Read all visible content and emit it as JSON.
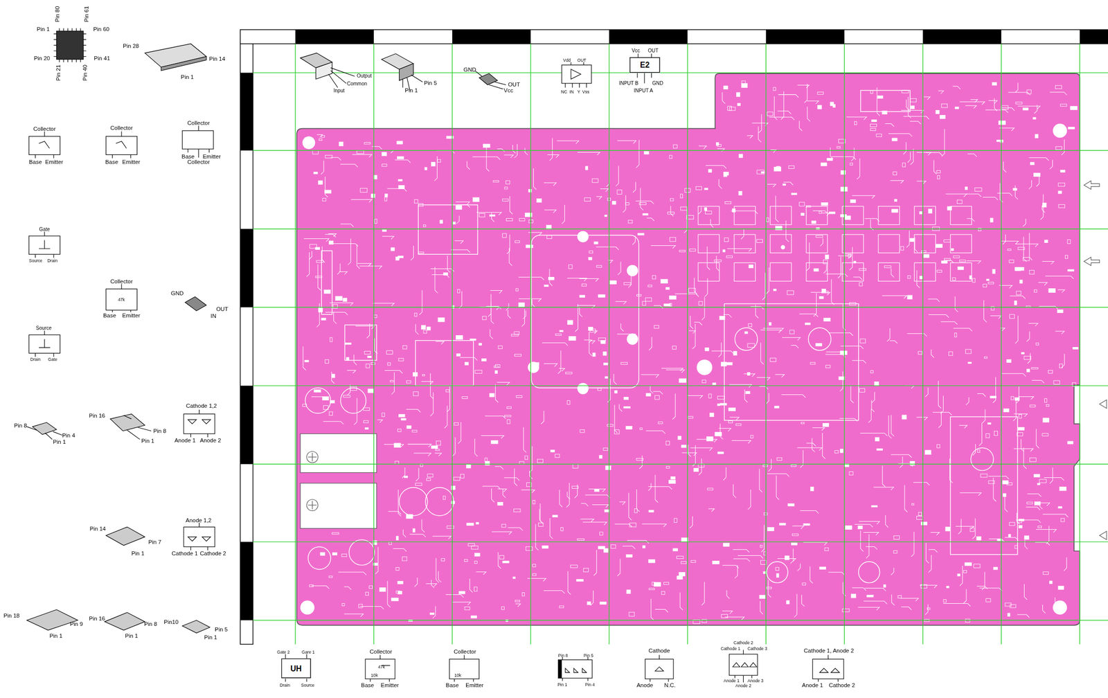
{
  "diagram": {
    "nodes": [
      {
        "text": [
          "E2"
        ]
      },
      {
        "text": [
          "UH"
        ]
      }
    ],
    "labels": [
      "Pin 80",
      "Pin 61",
      "Pin 1",
      "Pin 60",
      "Pin 20",
      "Pin 41",
      "Pin 21",
      "Pin 40",
      "Pin 28",
      "Pin 14",
      "Pin 1",
      "Collector",
      "Base",
      "Emitter",
      "Collector",
      "Base",
      "Emitter",
      "Collector",
      "Base",
      "Emitter",
      "Collector",
      "Gate",
      "Source",
      "Drain",
      "Collector",
      "47k",
      "Base",
      "Emitter",
      "GND",
      "OUT",
      "IN",
      "Source",
      "Drain",
      "Gate",
      "Pin 8",
      "Pin 4",
      "Pin 1",
      "Pin 16",
      "Pin 8",
      "Pin 1",
      "Cathode 1,2",
      "Anode 1",
      "Anode 2",
      "Pin 14",
      "Pin 7",
      "Pin 1",
      "Anode 1,2",
      "Cathode 1",
      "Cathode 2",
      "Pin 18",
      "Pin 9",
      "Pin 1",
      "Pin 16",
      "Pin 8",
      "Pin 1",
      "Pin10",
      "Pin 5",
      "Pin 1",
      "Output",
      "Common",
      "Input",
      "Pin 1",
      "Pin 5",
      "GND",
      "OUT",
      "Vcc",
      "Vdd",
      "OUT",
      "NC",
      "IN",
      "Y",
      "Vss",
      "Vcc",
      "OUT",
      "INPUT B",
      "GND",
      "INPUT A",
      "Gate 2",
      "Gare 1",
      "Drain",
      "Source",
      "Collector",
      "47k",
      "10k",
      "Base",
      "Emitter",
      "Collector",
      "10k",
      "Base",
      "Emitter",
      "Pin 8",
      "Pin 5",
      "Pin 1",
      "Pin 4",
      "Cathode",
      "Anode",
      "N.C.",
      "Cathode 2",
      "Cathode 1",
      "Cathode 3",
      "Anode 1",
      "Anode 3",
      "Anode 2",
      "Cathode 1, Anode 2",
      "Anode 1",
      "Cathode 2"
    ]
  }
}
